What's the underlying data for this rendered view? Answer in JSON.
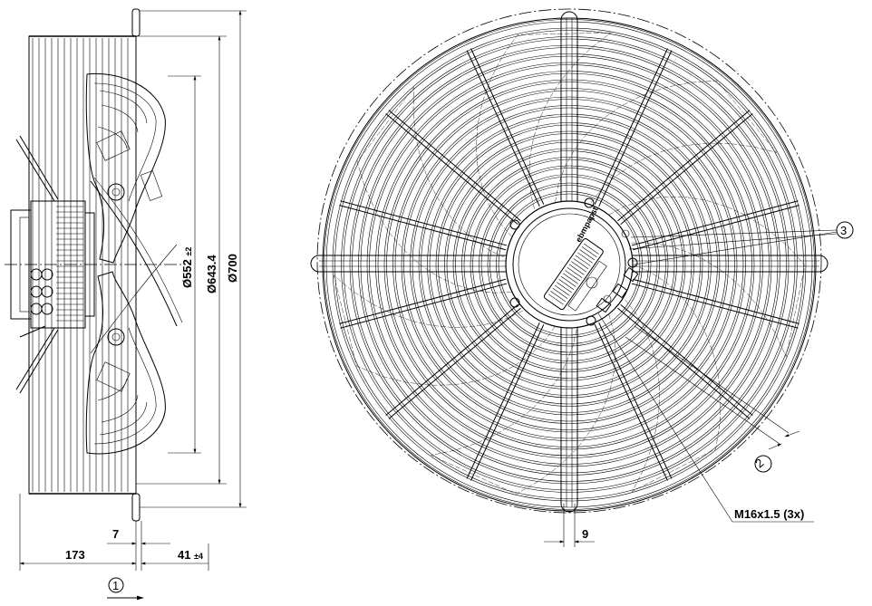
{
  "side_view": {
    "dimensions": {
      "d_inner": "Ø552",
      "d_inner_tol": "±2",
      "d_mid": "Ø643.4",
      "d_outer": "Ø700",
      "depth_173": "173",
      "flange_7": "7",
      "offset_41": "41",
      "offset_41_tol": "±4"
    },
    "callout_1": "1"
  },
  "front_view": {
    "dimension_9": "9",
    "thread_label": "M16x1.5 (3x)",
    "callout_2": "2",
    "callout_3": "3",
    "motor_brand": "ebmpapst"
  },
  "colors": {
    "line": "#000000",
    "background": "#ffffff"
  }
}
